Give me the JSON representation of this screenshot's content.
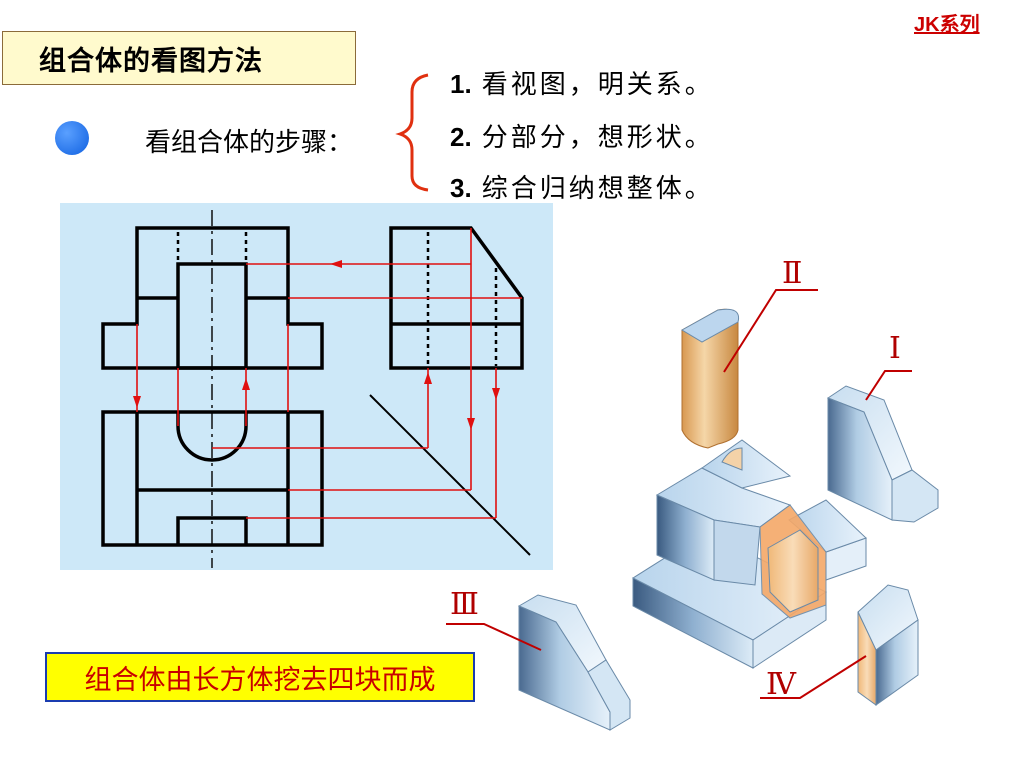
{
  "title": "组合体的看图方法",
  "brand": "JK系列",
  "steps_label": "看组合体的步骤：",
  "steps": [
    {
      "num": "1.",
      "text": "看视图，明关系。"
    },
    {
      "num": "2.",
      "text": "分部分，想形状。"
    },
    {
      "num": "3.",
      "text": "综合归纳想整体。"
    }
  ],
  "conclusion": "组合体由长方体挖去四块而成",
  "part_labels": {
    "p1": "I",
    "p2": "Ⅱ",
    "p3": "Ⅲ",
    "p4": "Ⅳ"
  },
  "colors": {
    "title_bg": "#fffacd",
    "conclusion_bg": "#ffff00",
    "conclusion_text": "#c80000",
    "projection_lines": "#e01010",
    "drawing_bg": "#cde8f8",
    "brace": "#e03010"
  }
}
